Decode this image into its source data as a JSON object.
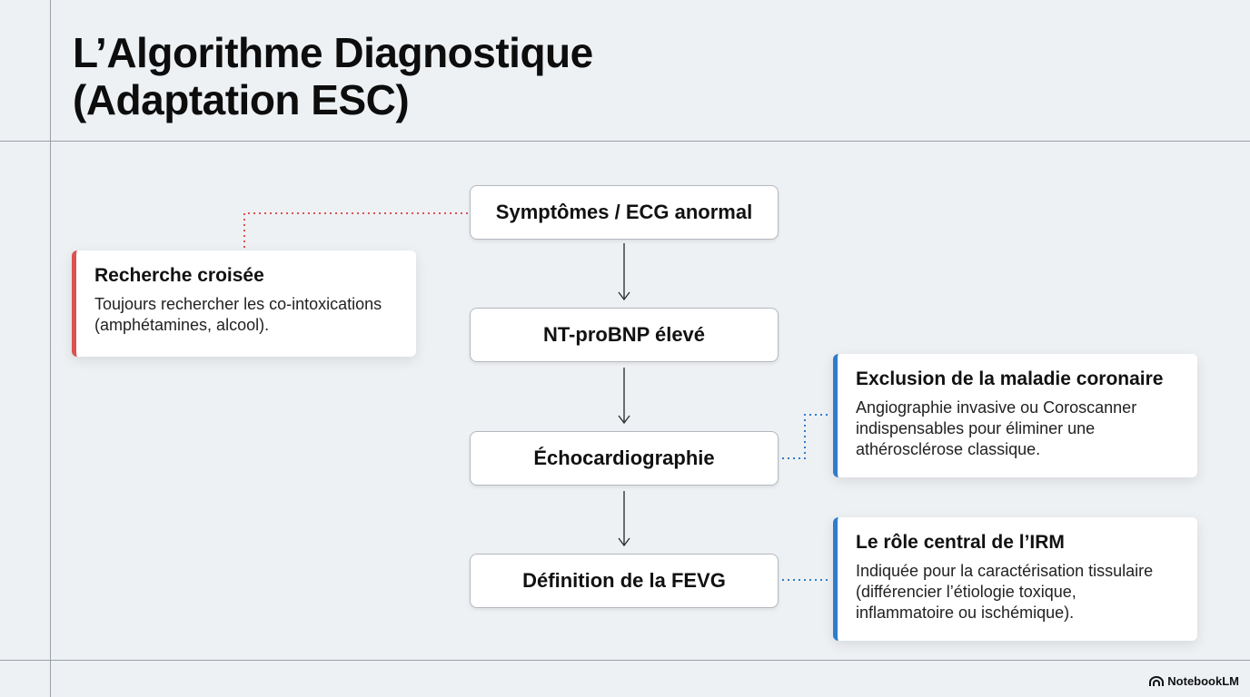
{
  "title": {
    "line1": "L’Algorithme Diagnostique",
    "line2": "(Adaptation ESC)"
  },
  "steps": [
    {
      "label": "Symptômes / ECG anormal"
    },
    {
      "label": "NT-proBNP élevé"
    },
    {
      "label": "Échocardiographie"
    },
    {
      "label": "Définition de la FEVG"
    }
  ],
  "notes": [
    {
      "title": "Recherche croisée",
      "lines": [
        "Toujours rechercher les co-intoxications",
        "(amphétamines, alcool)."
      ],
      "accent": "#d9534f"
    },
    {
      "title": "Exclusion de la maladie coronaire",
      "lines": [
        "Angiographie invasive ou Coroscanner",
        "indispensables pour éliminer une",
        "athérosclérose classique."
      ],
      "accent": "#2f7ccc"
    },
    {
      "title": "Le rôle central de l’IRM",
      "lines": [
        "Indiquée pour la caractérisation tissulaire",
        "(différencier l’étiologie toxique,",
        "inflammatoire ou ischémique)."
      ],
      "accent": "#2f7ccc"
    }
  ],
  "brand": {
    "name": "NotebookLM",
    "icon": "notebooklm-logo-icon"
  }
}
